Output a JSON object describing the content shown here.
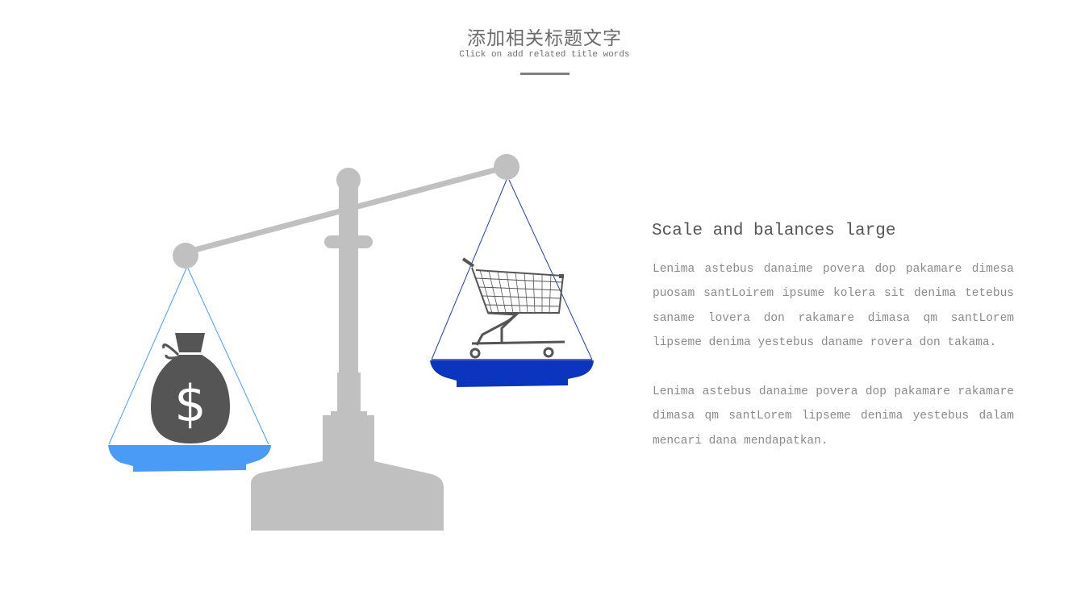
{
  "header": {
    "title_zh": "添加相关标题文字",
    "subtitle_en": "Click on add related title words",
    "accent_bar_color": "#808080"
  },
  "illustration": {
    "name": "balance-scale",
    "left_pan": {
      "item": "money-bag-icon",
      "symbol": "$",
      "pan_color": "#4a9bf5",
      "string_color": "#4a9bf5"
    },
    "right_pan": {
      "item": "shopping-cart-icon",
      "pan_color": "#0b35bf",
      "string_color": "#1f3fa8"
    },
    "stand_color": "#c0c0c0",
    "icon_color": "#555555"
  },
  "content": {
    "heading": "Scale and balances large",
    "paragraphs": [
      "Lenima astebus danaime povera dop pakamare dimesa puosam santLoirem ipsume kolera sit denima tetebus saname lovera don rakamare dimasa qm santLorem lipseme denima yestebus daname rovera don takama.",
      "Lenima astebus danaime povera dop pakamare rakamare dimasa qm santLorem lipseme denima yestebus dalam mencari dana mendapatkan."
    ]
  }
}
